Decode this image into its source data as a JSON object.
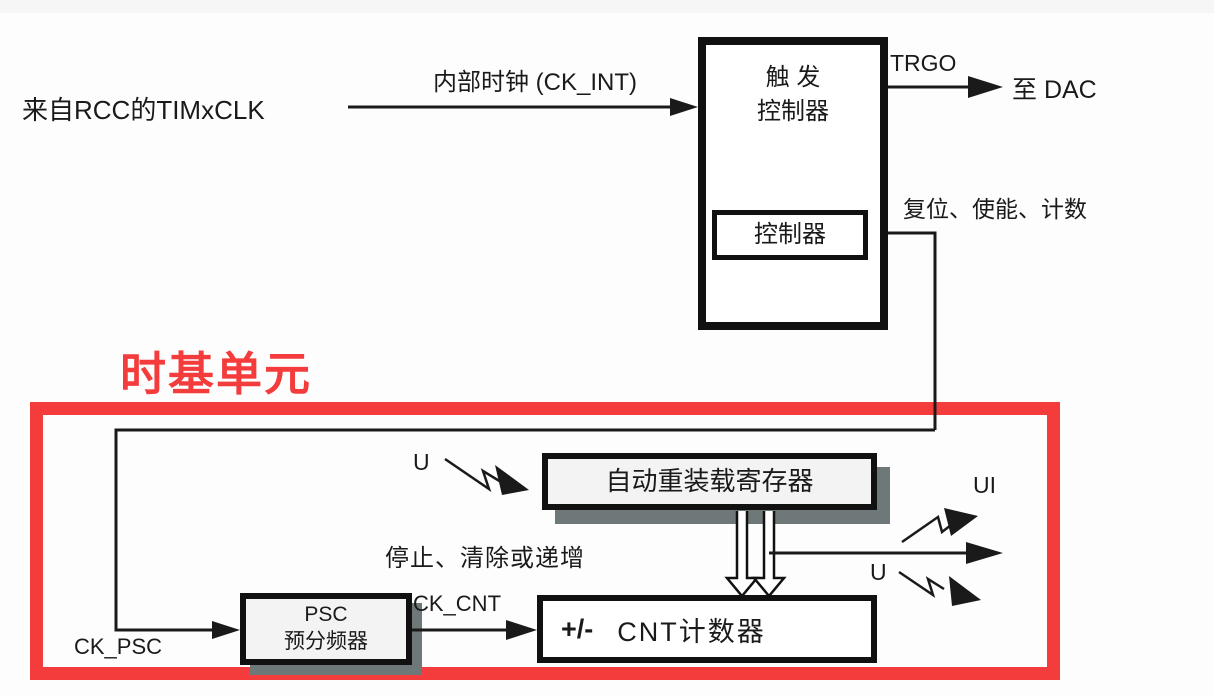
{
  "diagram": {
    "source_label": "来自RCC的TIMxCLK",
    "internal_clock_label": "内部时钟 (CK_INT)",
    "trigger_controller": {
      "title_line1": "触 发",
      "title_line2": "控制器",
      "inner_box_label": "控制器"
    },
    "trgo_label": "TRGO",
    "dac_label": "至 DAC",
    "reset_enable_count_label": "复位、使能、计数",
    "time_base_unit": {
      "title": "时基单元",
      "auto_reload_register_label": "自动重装载寄存器",
      "update_event_label_left": "U",
      "update_interrupt_label": "UI",
      "update_event_label_right": "U",
      "stop_clear_increment_label": "停止、清除或递增",
      "ck_psc_label": "CK_PSC",
      "psc_box": {
        "line1": "PSC",
        "line2": "预分频器"
      },
      "ck_cnt_label": "CK_CNT",
      "cnt_box": {
        "sign": "+/-",
        "label": "CNT计数器"
      }
    },
    "colors": {
      "accent_red": "#f43c3c",
      "line_black": "#1a1a1a",
      "box_fill_gray": "#f3f3f3",
      "shadow_gray": "#6e7878"
    }
  }
}
